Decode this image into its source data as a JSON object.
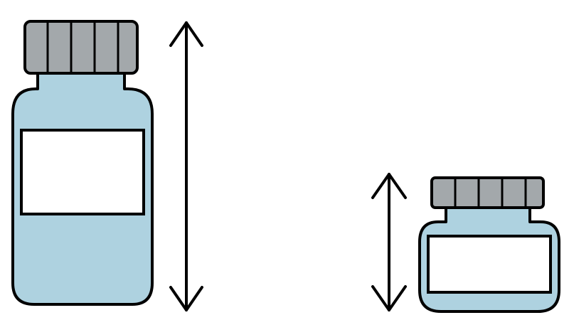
{
  "figure": {
    "description_visible_text": "",
    "colors": {
      "background": "#ffffff",
      "cap": "#a3a8ab",
      "bottle_body": "#aed2e0",
      "label": "#ffffff",
      "outline": "#000000"
    },
    "items": [
      {
        "id": "tall-bottle",
        "icon": "tall-bottle-icon",
        "cap_ridges": 5,
        "has_height_arrow": true
      },
      {
        "id": "short-jar",
        "icon": "short-jar-icon",
        "cap_ridges": 5,
        "has_height_arrow": true
      }
    ]
  }
}
